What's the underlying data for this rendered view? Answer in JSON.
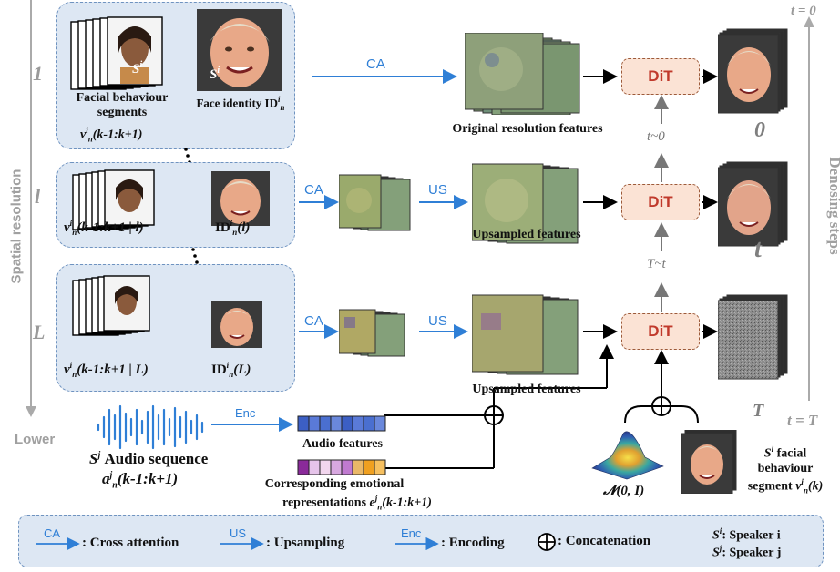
{
  "axis": {
    "left_title": "Spatial resolution",
    "left_bottom": "Lower",
    "right_title": "Denosing steps",
    "t_top": "t = 0",
    "t_bottom": "t = T"
  },
  "rows": {
    "row1_letter": "1",
    "rowl_letter": "l",
    "rowL_letter": "L"
  },
  "panel1": {
    "facial_label": "Facial behaviour segments",
    "facial_sub": "v",
    "facial_sub_sup": "i",
    "facial_sub_idx": "n",
    "facial_sub_range": "(k-1:k+1)",
    "face_si": "S",
    "face_si_sup": "i",
    "identity_label": "Face identity ID",
    "identity_sup": "i",
    "identity_sub": "n"
  },
  "panel2": {
    "seg_label": "v",
    "seg_sup": "i",
    "seg_sub": "n",
    "seg_range": "(k-1:k+1 | l)",
    "id_label": "ID",
    "id_sup": "i",
    "id_sub": "n",
    "id_arg": "(l)"
  },
  "panel3": {
    "seg_label": "v",
    "seg_sup": "i",
    "seg_sub": "n",
    "seg_range": "(k-1:k+1 | L)",
    "id_label": "ID",
    "id_sup": "i",
    "id_sub": "n",
    "id_arg": "(L)"
  },
  "arrows": {
    "ca": "CA",
    "us": "US",
    "enc": "Enc"
  },
  "features": {
    "original": "Original resolution features",
    "upsampled_1": "Upsampled features",
    "upsampled_2": "Upsampled features"
  },
  "dit": {
    "label": "DiT",
    "step_top": "t~0",
    "step_mid": "T~t"
  },
  "outputs": {
    "zero": "0",
    "t": "t",
    "T": "T"
  },
  "audio": {
    "speaker": "S",
    "speaker_sup": "j",
    "title": "Audio sequence",
    "sym": "a",
    "sym_sup": "j",
    "sym_sub": "n",
    "sym_range": "(k-1:k+1)",
    "features": "Audio features",
    "emo_line1": "Corresponding emotional",
    "emo_line2": "representations",
    "emo_sym": "e",
    "emo_sup": "j",
    "emo_sub": "n",
    "emo_range": "(k-1:k+1)"
  },
  "noise": {
    "label": "𝓝(0, I)"
  },
  "speaker_seg": {
    "s": "S",
    "s_sup": "i",
    "line1": "facial",
    "line2": "behaviour",
    "line3": "segment",
    "sym": "v",
    "sym_sup": "i",
    "sym_sub": "n",
    "sym_arg": "(k)"
  },
  "legend": {
    "ca_icon": "CA",
    "ca_text": ": Cross attention",
    "us_icon": "US",
    "us_text": ": Upsampling",
    "enc_icon": "Enc",
    "enc_text": ": Encoding",
    "concat_text": ": Concatenation",
    "si_sym": "S",
    "si_sup": "i",
    "si_text": ": Speaker i",
    "sj_sym": "S",
    "sj_sup": "j",
    "sj_text": ": Speaker j"
  },
  "colors": {
    "arrow_blue": "#2f7fd6",
    "panel_fill": "#dde7f3",
    "dit_fill": "#fbe3d5",
    "dit_text": "#c0392b",
    "audio_wave": "#2f7fd6",
    "audio_feat": "#4a6fd0",
    "emo_feat_a": "#a03ab0",
    "emo_feat_b": "#f0a020"
  }
}
